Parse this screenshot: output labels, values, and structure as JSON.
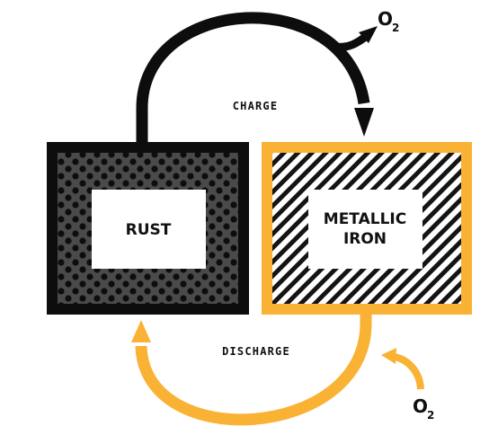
{
  "diagram": {
    "rust": {
      "label": "RUST"
    },
    "iron": {
      "line1": "METALLIC",
      "line2": "IRON"
    },
    "charge": {
      "label": "CHARGE"
    },
    "discharge": {
      "label": "DISCHARGE"
    },
    "o2_top": {
      "main": "O",
      "sub": "2"
    },
    "o2_bottom": {
      "main": "O",
      "sub": "2"
    }
  },
  "colors": {
    "rust_frame": "#0d0d0d",
    "rust_fill": "#4a4a4a",
    "rust_dots": "#0d0d0d",
    "iron_frame": "#f9b233",
    "iron_hatch": "#141414",
    "charge_arrow": "#0d0d0d",
    "discharge_arrow": "#f9b233"
  }
}
